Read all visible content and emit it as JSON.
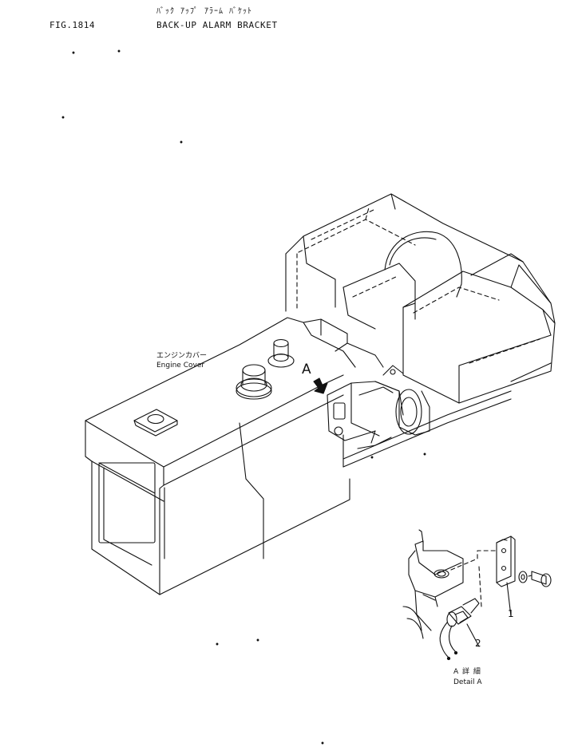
{
  "header": {
    "figure_number": "FIG.1814",
    "title_japanese": "ﾊﾞｯｸ ｱｯﾌﾟ  ｱﾗｰﾑ ﾊﾞｹｯﾄ",
    "title_english": "BACK-UP ALARM BRACKET"
  },
  "callouts": {
    "engine_cover_japanese": "エンジンカバー",
    "engine_cover_english": "Engine Cover",
    "view_marker": "A"
  },
  "detail": {
    "label_japanese": "A  詳 細",
    "label_english": "Detail  A",
    "part_numbers": [
      "1",
      "2"
    ]
  }
}
